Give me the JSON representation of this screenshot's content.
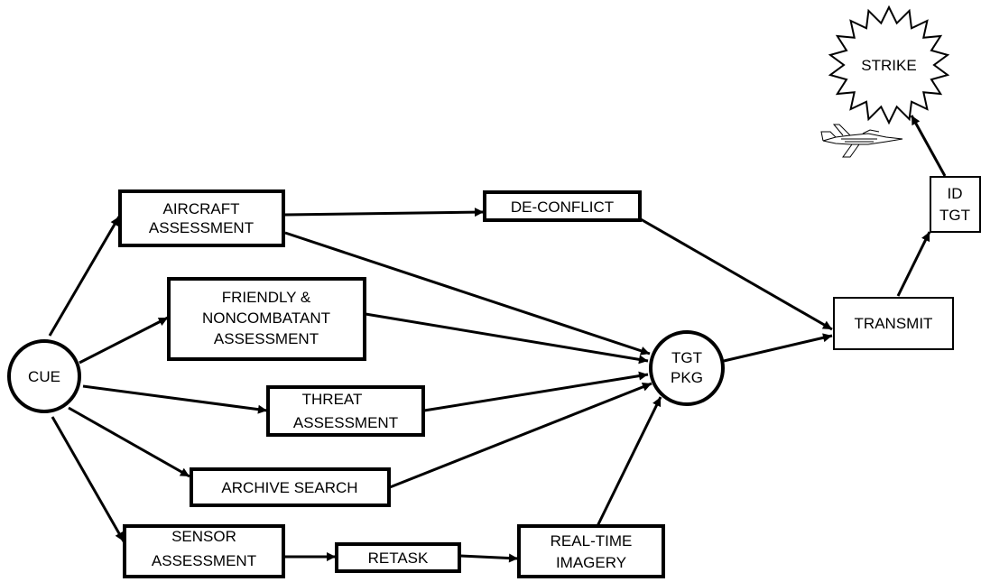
{
  "nodes": {
    "cue": "CUE",
    "aircraft": [
      "AIRCRAFT",
      "ASSESSMENT"
    ],
    "deconflict": "DE-CONFLICT",
    "friendly": [
      "FRIENDLY &",
      "NONCOMBATANT",
      "ASSESSMENT"
    ],
    "threat": [
      "THREAT",
      "ASSESSMENT"
    ],
    "archive": "ARCHIVE SEARCH",
    "sensor": [
      "SENSOR",
      "ASSESSMENT"
    ],
    "retask": "RETASK",
    "realtime": [
      "REAL-TIME",
      "IMAGERY"
    ],
    "tgtpkg": [
      "TGT",
      "PKG"
    ],
    "transmit": "TRANSMIT",
    "idtgt": [
      "ID",
      "TGT"
    ],
    "strike": "STRIKE"
  },
  "icons": {
    "aircraft": "fighter-jet-icon"
  },
  "colors": {
    "line": "#000000",
    "fill": "#ffffff"
  }
}
